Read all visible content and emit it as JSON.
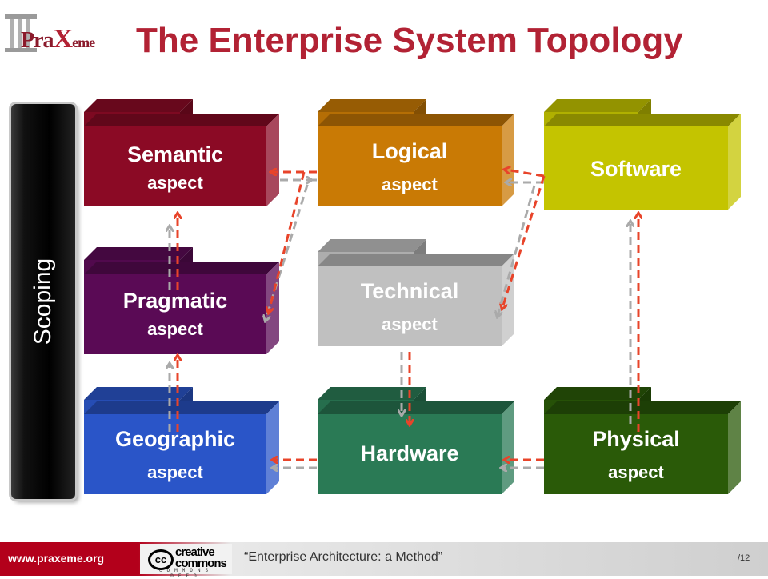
{
  "logo": {
    "text_main": "Pra",
    "text_x": "X",
    "text_end": "eme"
  },
  "title": "The Enterprise System Topology",
  "scoping": {
    "label": "Scoping"
  },
  "boxes": {
    "semantic": {
      "line1": "Semantic",
      "line2": "aspect",
      "color": "#8b0a25"
    },
    "logical": {
      "line1": "Logical",
      "line2": "aspect",
      "color": "#c97a05"
    },
    "software": {
      "line1": "Software",
      "line2": "",
      "color": "#c4c400"
    },
    "pragmatic": {
      "line1": "Pragmatic",
      "line2": "aspect",
      "color": "#5a0a55"
    },
    "technical": {
      "line1": "Technical",
      "line2": "aspect",
      "color": "#c0c0c0"
    },
    "geographic": {
      "line1": "Geographic",
      "line2": "aspect",
      "color": "#2a55c8"
    },
    "hardware": {
      "line1": "Hardware",
      "line2": "",
      "color": "#2a7a55"
    },
    "physical": {
      "line1": "Physical",
      "line2": "aspect",
      "color": "#2a5a08"
    }
  },
  "arrows": {
    "red": "#e8442a",
    "gray": "#aaaaaa"
  },
  "footer": {
    "url": "www.praxeme.org",
    "cc_line1": "creative",
    "cc_line2": "commons",
    "cc_line3": "COMMONS DEED",
    "caption": "“Enterprise Architecture: a Method”",
    "page": "/12"
  }
}
